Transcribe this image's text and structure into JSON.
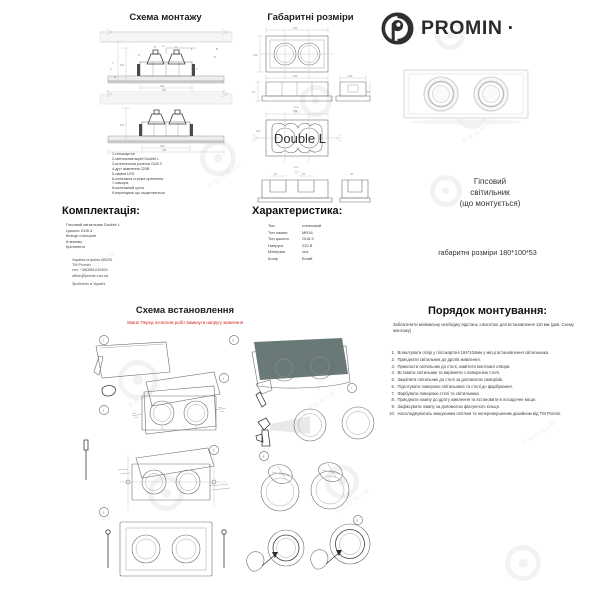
{
  "brand": {
    "name": "PROMIN",
    "dot": "·"
  },
  "sections": {
    "mounting_scheme": "Схема монтажу",
    "dimensions": "Габаритні розміри",
    "kit": "Комплектація:",
    "characteristics": "Характеристика:",
    "install_scheme": "Схема встановлення",
    "mounting_order": "Порядок монтування:"
  },
  "warning": "Увага! Перед початком робіт вимкнути напругу живлення",
  "legend": [
    "1-гіпсокартон",
    "2-світильник виріб Double L",
    "3-штепсельна розетка GU5.3",
    "4-дріт живлення 220В",
    "5-лампа LED",
    "6-монтажна стрічка кріплення",
    "7-саморіз",
    "8-монтажний куток",
    "9-перехідник що защіплюється"
  ],
  "kit_items": [
    "Гіпсовий світильник Double L",
    "Цоколь     GU5.3",
    "Кільце стопорне",
    "Клемник",
    "Кріплення"
  ],
  "contact": [
    "Україна м.Ірпінь 08205",
    "TM Promin",
    "тел. +380961010300",
    "office@promin.net.ua",
    "Зроблено в Україні"
  ],
  "characteristics": [
    {
      "key": "Тип",
      "value": "стельовий"
    },
    {
      "key": "Тип лампи",
      "value": "MR16"
    },
    {
      "key": "Тип цоколя",
      "value": "GU5.3"
    },
    {
      "key": "Напруга",
      "value": "220 В"
    },
    {
      "key": "Матеріал",
      "value": "гіпс"
    },
    {
      "key": "Колір",
      "value": "Білий"
    }
  ],
  "product": {
    "name": "Double L",
    "type_line1": "Гіпсовий",
    "type_line2": "світильник",
    "type_line3": "(що монтується)",
    "dimensions_label": "габаритні розміри 180*100*53"
  },
  "mounting_intro": "Забезпечити мінімальну необхідну відстань з висотою для встановлення 110 мм (див. Схему монтажу)",
  "mounting_steps": [
    {
      "n": "1.",
      "text": "Влаштувати отвір у гіпсокартоні 184*104мм у місці встановлення світильника."
    },
    {
      "n": "2.",
      "text": "Приєднати світильник до дротів живлення."
    },
    {
      "n": "3.",
      "text": "Прикласти світильник до стелі, намітити монтажні отвори."
    },
    {
      "n": "4.",
      "text": "Вставити світильник та вирівняти з поверхнею стелі."
    },
    {
      "n": "5.",
      "text": "Закріпити світильник до стелі за допомогою саморізів."
    },
    {
      "n": "6.",
      "text": "Підготувати поверхню світильника та стелі до фарбування."
    },
    {
      "n": "7.",
      "text": "Фарбувати поверхню стелі та світильника"
    },
    {
      "n": "8.",
      "text": "Приєднати лампу до дроту живлення та встановити в посадочне місце."
    },
    {
      "n": "9.",
      "text": "Зафіксувати лампу за допомогою фіксуючого кільця."
    },
    {
      "n": "10.",
      "text": "Насолоджуватись вишуканим світлом та неперевершеним дизайном від TM Promin."
    }
  ],
  "step_markers": [
    "1",
    "2",
    "3",
    "4",
    "5",
    "6",
    "7",
    "8",
    "9"
  ],
  "watermark_text": "PROMIN",
  "colors": {
    "warning": "#d01b1b",
    "ink": "#2b2b2b",
    "line": "#6e6e6e"
  }
}
